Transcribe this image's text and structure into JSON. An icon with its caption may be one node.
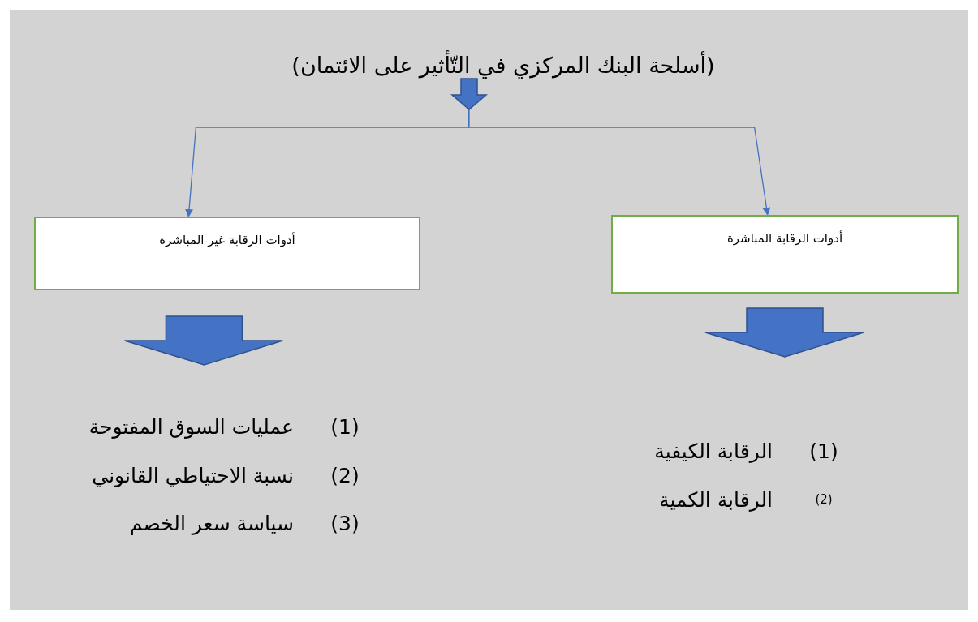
{
  "diagram": {
    "nodes": [
      {
        "text": [
          "(أسلحة البنك المركزي في التّأثير على الائتمان)"
        ]
      },
      {
        "text": [
          "أدوات الرقابة غير المباشرة"
        ]
      },
      {
        "text": [
          "أدوات الرقابة المباشرة"
        ]
      },
      {
        "text": [
          "(1)",
          "عمليات السوق المفتوحة",
          "(2)",
          "نسبة الاحتياطي القانوني",
          "(3)",
          "سياسة سعر الخصم"
        ]
      },
      {
        "text": [
          "(1)",
          "الرقابة الكيفية",
          "(2)",
          "الرقابة الكمية"
        ]
      }
    ],
    "edges": [
      {
        "from": 0,
        "to": 1,
        "arrow": "to"
      },
      {
        "from": 0,
        "to": 2,
        "arrow": "to"
      },
      {
        "from": 1,
        "to": 3,
        "arrow": "to",
        "style": "thick"
      },
      {
        "from": 2,
        "to": 4,
        "arrow": "to",
        "style": "thick"
      }
    ]
  }
}
